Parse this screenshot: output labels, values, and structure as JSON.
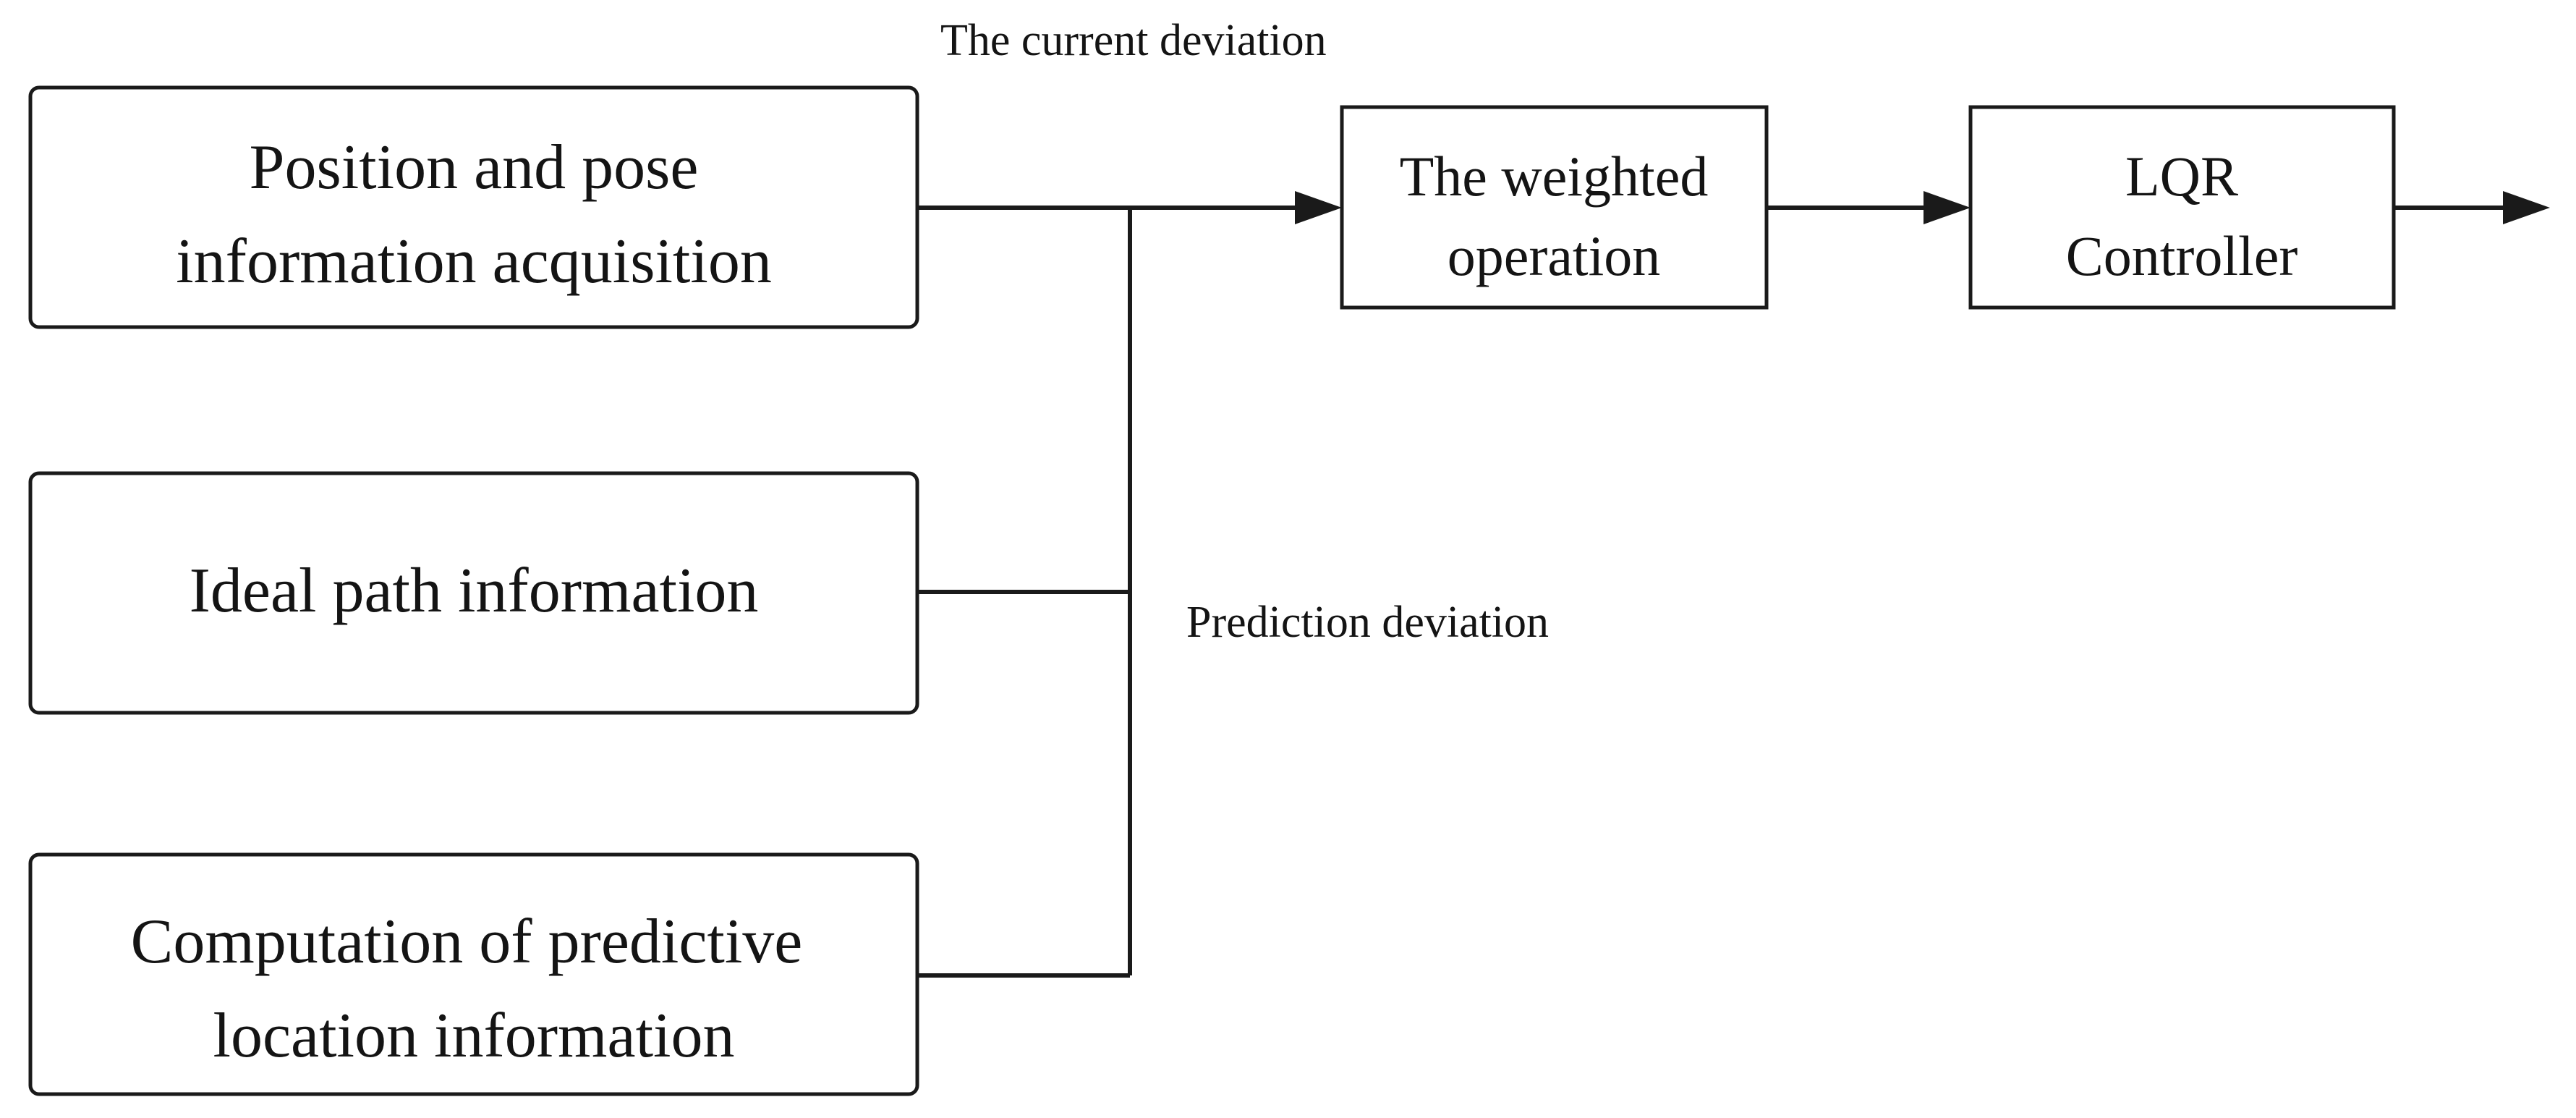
{
  "boxes": {
    "pose": {
      "lines": [
        "Position and pose",
        "information acquisition"
      ]
    },
    "ideal": {
      "lines": [
        "Ideal path information"
      ]
    },
    "predictive": {
      "lines": [
        "Computation of predictive",
        "location information"
      ]
    },
    "weighted": {
      "lines": [
        "The weighted",
        "operation"
      ]
    },
    "lqr": {
      "lines": [
        "LQR",
        "Controller"
      ]
    }
  },
  "labels": {
    "current_deviation": "The current deviation",
    "prediction_deviation": "Prediction deviation"
  }
}
